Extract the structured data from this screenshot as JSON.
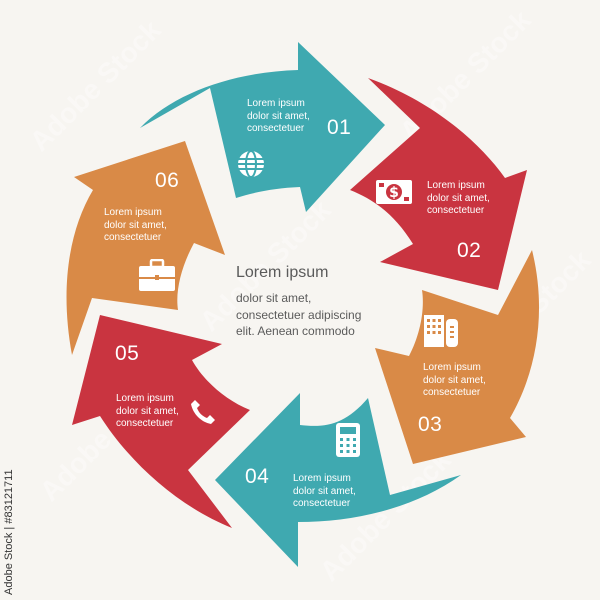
{
  "diagram": {
    "type": "cycle",
    "center": {
      "title": "Lorem ipsum",
      "body": "dolor sit amet,\nconsectetuer adipiscing\nelit. Aenean commodo"
    },
    "colors": {
      "background": "#f7f5f1",
      "teal": "#3fa9b0",
      "red": "#c93440",
      "orange": "#d98a47",
      "text_dark": "#5b5b5b",
      "text_light": "#ffffff"
    },
    "steps": [
      {
        "number": "01",
        "label": "Lorem ipsum\ndolor sit amet,\nconsectetuer",
        "icon": "globe-icon",
        "color": "#3fa9b0"
      },
      {
        "number": "02",
        "label": "Lorem ipsum\ndolor sit amet,\nconsectetuer",
        "icon": "money-bill-icon",
        "color": "#c93440"
      },
      {
        "number": "03",
        "label": "Lorem ipsum\ndolor sit amet,\nconsectetuer",
        "icon": "buildings-icon",
        "color": "#d98a47"
      },
      {
        "number": "04",
        "label": "Lorem ipsum\ndolor sit amet,\nconsectetuer",
        "icon": "calculator-icon",
        "color": "#3fa9b0"
      },
      {
        "number": "05",
        "label": "Lorem ipsum\ndolor sit amet,\nconsectetuer",
        "icon": "phone-icon",
        "color": "#c93440"
      },
      {
        "number": "06",
        "label": "Lorem ipsum\ndolor sit amet,\nconsectetuer",
        "icon": "briefcase-icon",
        "color": "#d98a47"
      }
    ]
  },
  "watermark": {
    "side_text": "Adobe Stock | #83121711",
    "overlay_text": "Adobe Stock"
  }
}
